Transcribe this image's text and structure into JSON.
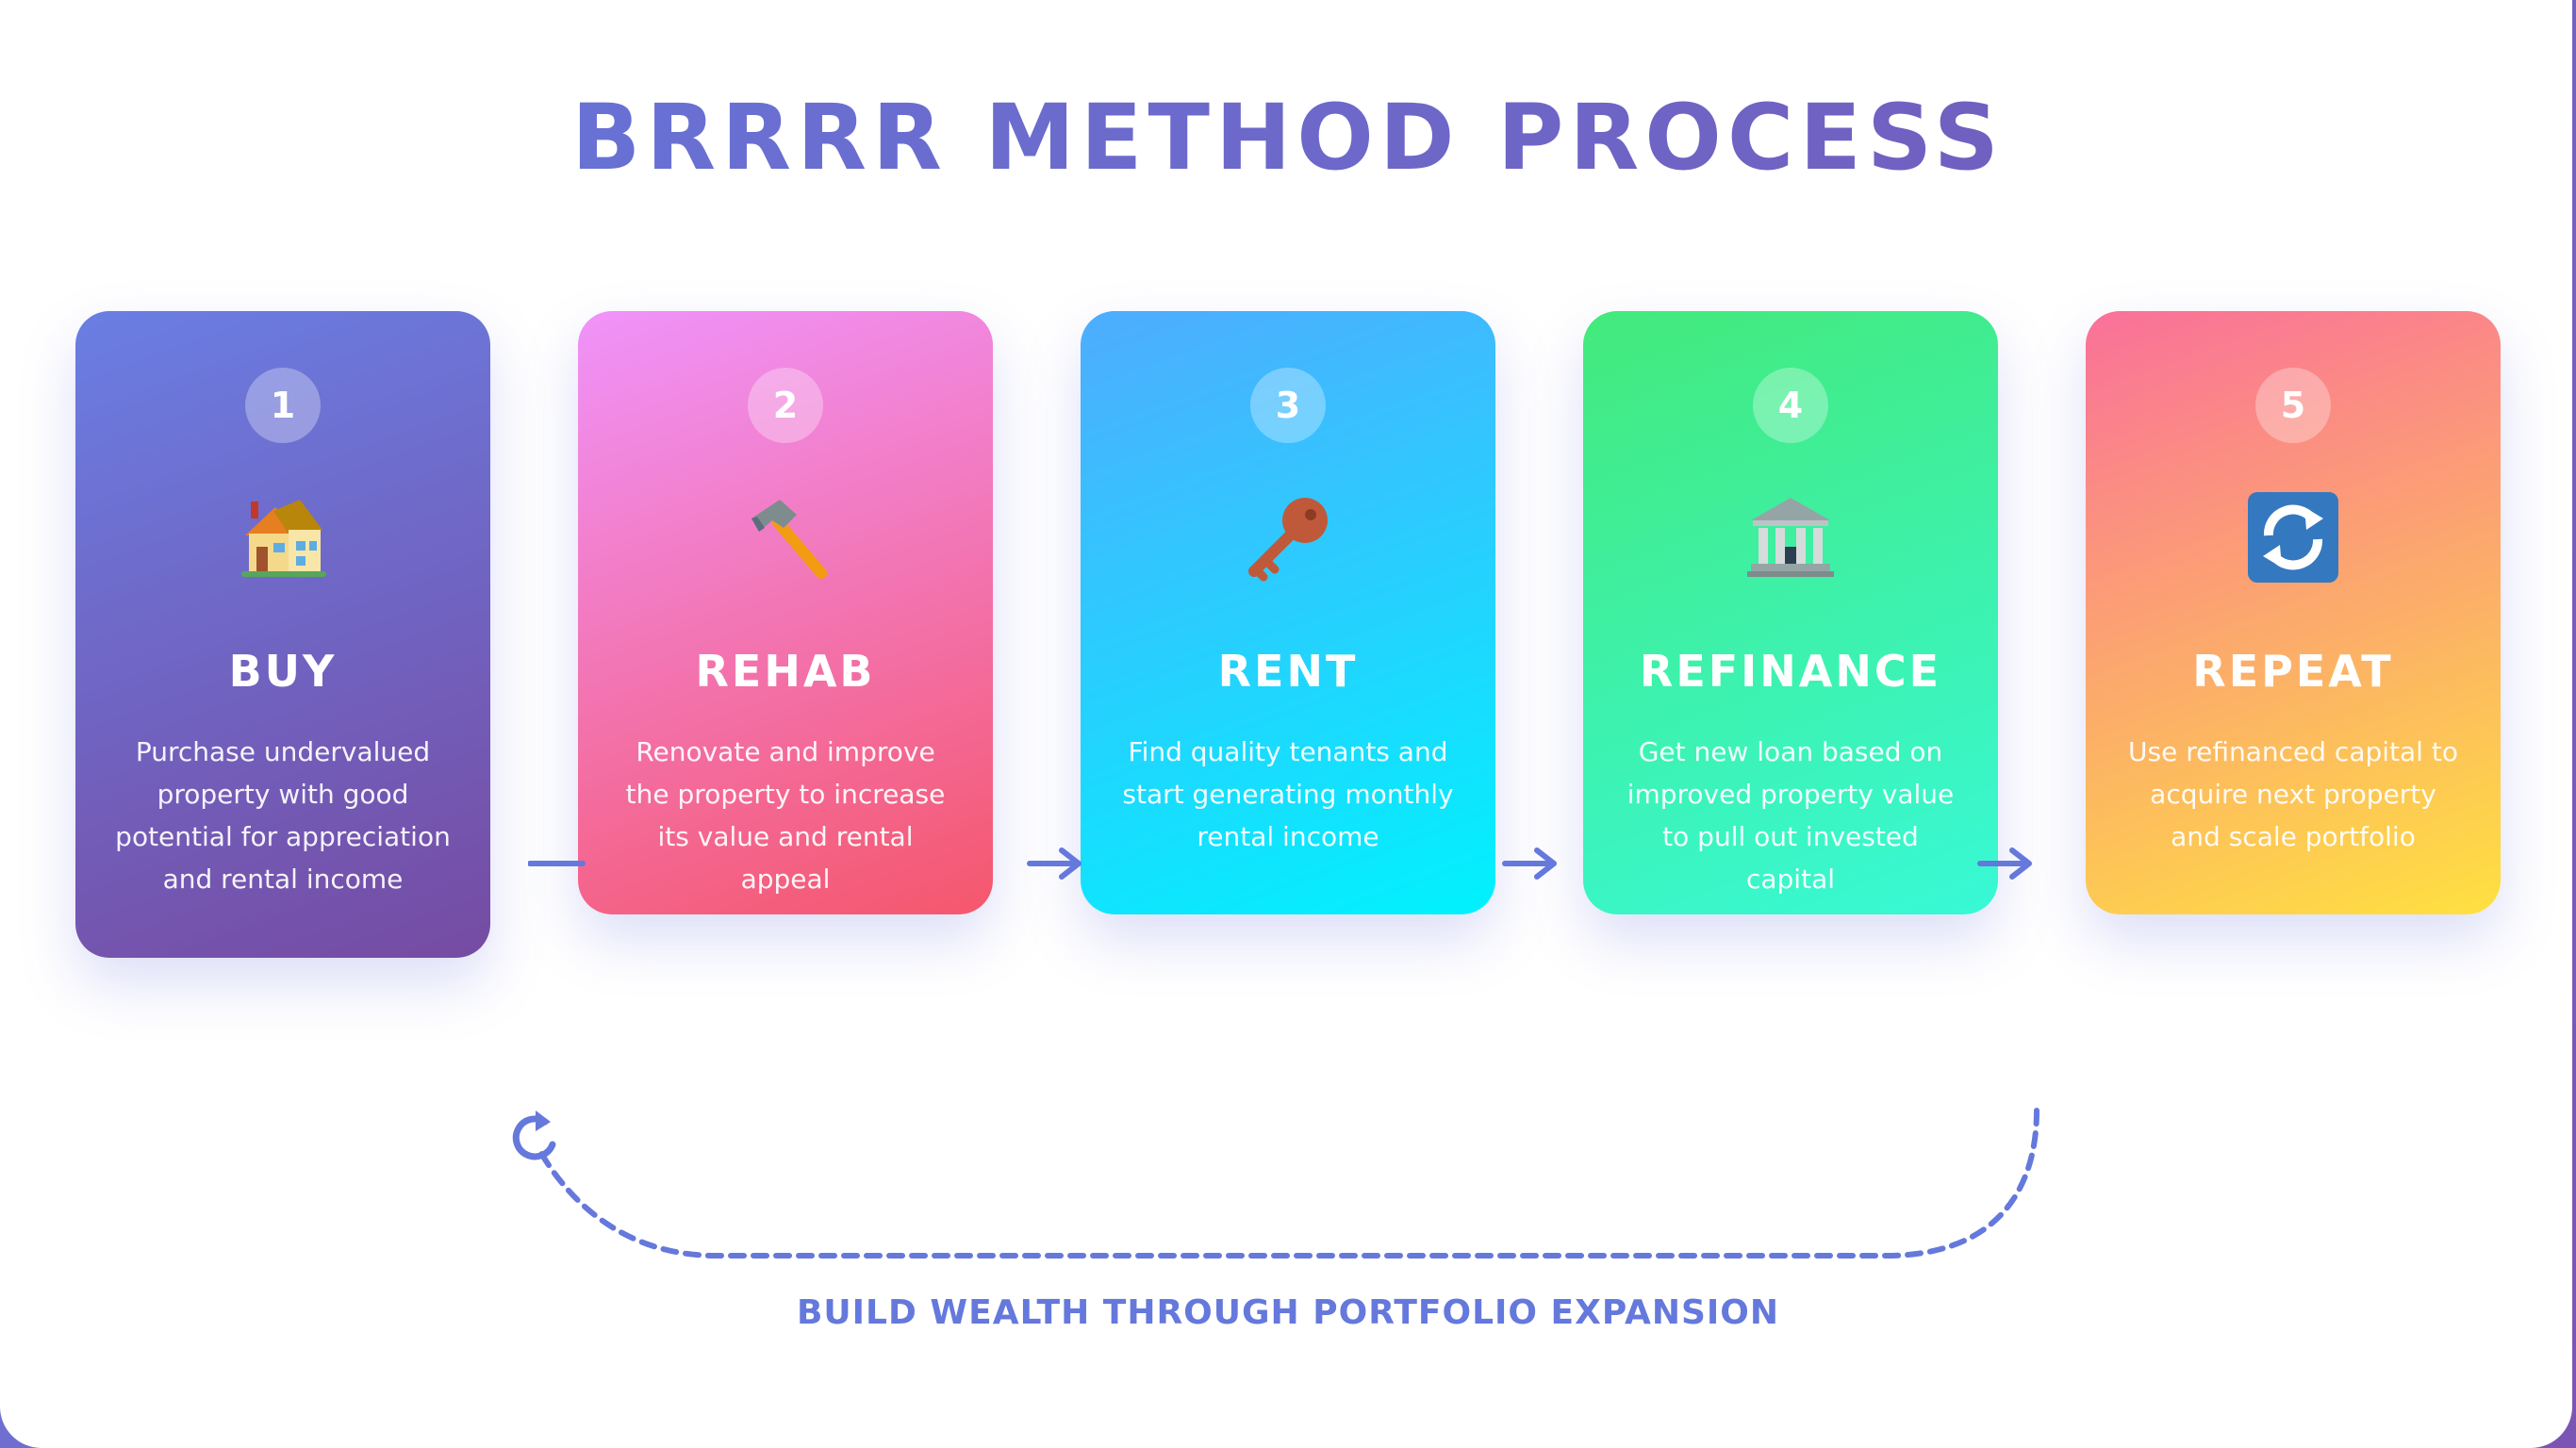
{
  "title": "BRRRR METHOD PROCESS",
  "steps": [
    {
      "number": "1",
      "title": "BUY",
      "description": "Purchase undervalued property with good potential for appreciation and rental income",
      "icon": "house-icon",
      "gradient": [
        "#6a7ee3",
        "#764ba2"
      ]
    },
    {
      "number": "2",
      "title": "REHAB",
      "description": "Renovate and improve the property to increase its value and rental appeal",
      "icon": "hammer-icon",
      "gradient": [
        "#f093fb",
        "#f5576c"
      ]
    },
    {
      "number": "3",
      "title": "RENT",
      "description": "Find quality tenants and start generating monthly rental income",
      "icon": "key-icon",
      "gradient": [
        "#4facfe",
        "#00f2fe"
      ]
    },
    {
      "number": "4",
      "title": "REFINANCE",
      "description": "Get new loan based on improved property value to pull out invested capital",
      "icon": "bank-icon",
      "gradient": [
        "#43e97b",
        "#38f9d7"
      ]
    },
    {
      "number": "5",
      "title": "REPEAT",
      "description": "Use refinanced capital to acquire next property and scale portfolio",
      "icon": "repeat-icon",
      "gradient": [
        "#fa709a",
        "#fee140"
      ]
    }
  ],
  "footer": "BUILD WEALTH THROUGH PORTFOLIO EXPANSION",
  "colors": {
    "accent": "#6578dc",
    "accent_end": "#7459b8"
  }
}
